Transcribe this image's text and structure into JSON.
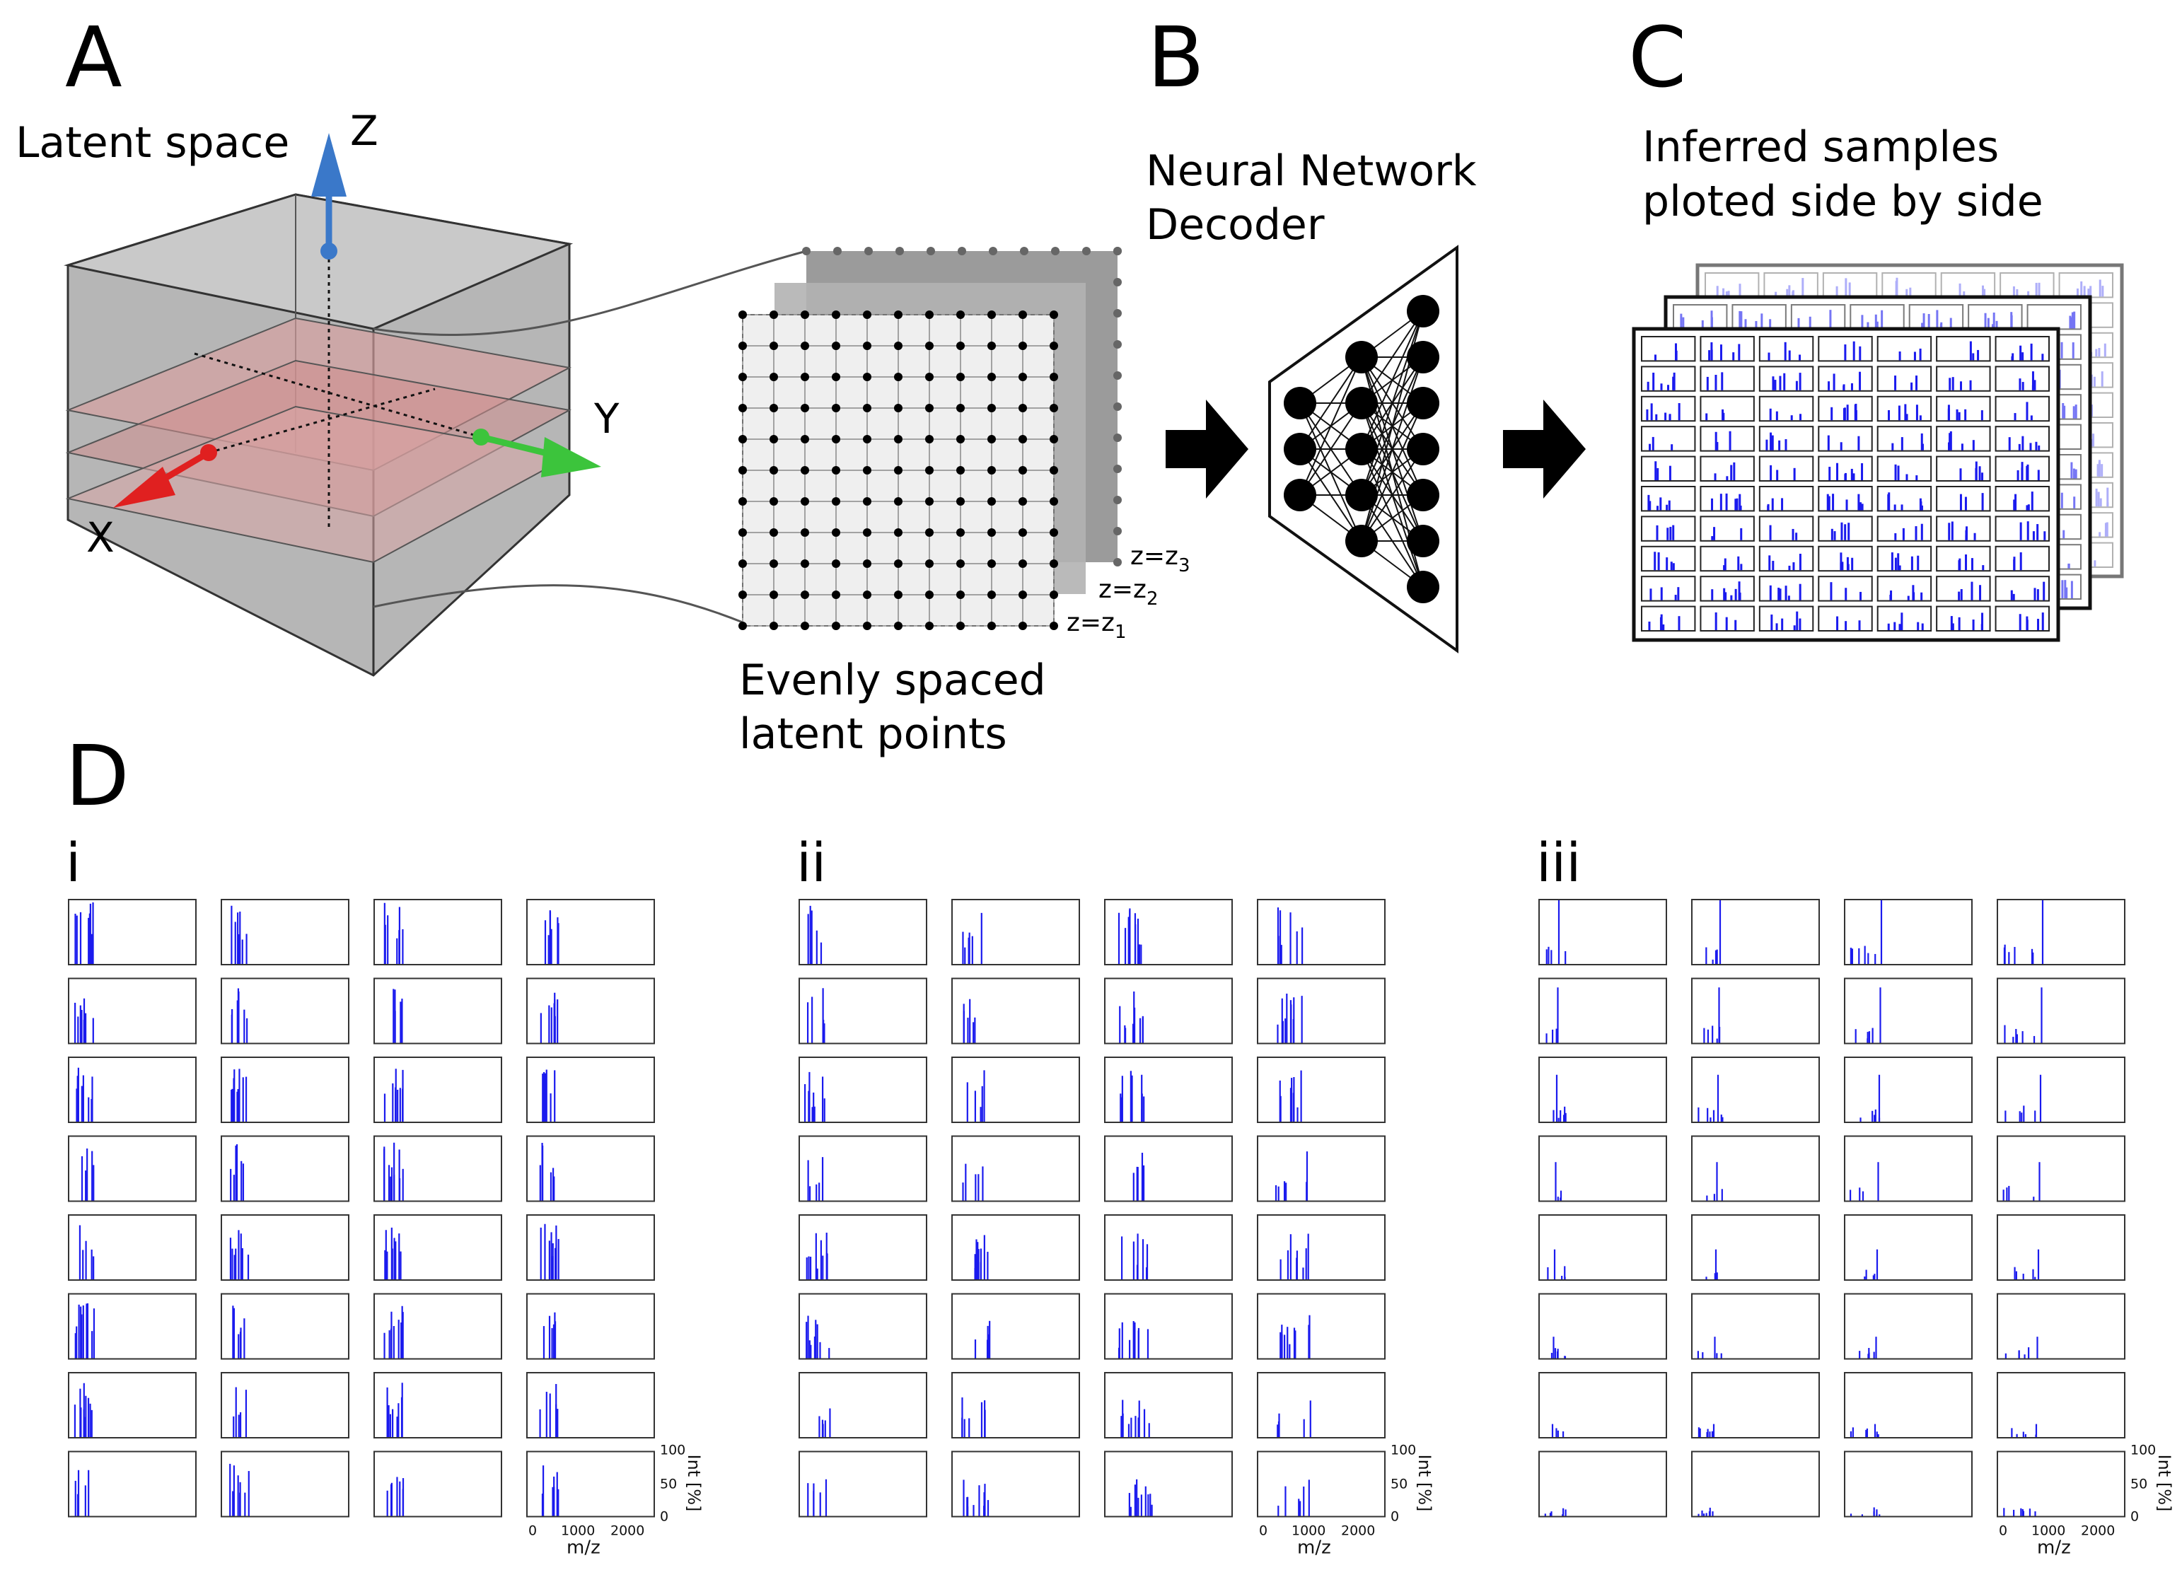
{
  "panels": {
    "A": {
      "letter": "A",
      "title": "Latent space",
      "axes": {
        "z": "Z",
        "y": "Y",
        "x": "X"
      },
      "caption_line1": "Evenly spaced",
      "caption_line2": "latent points",
      "z_levels": [
        {
          "base": "z=z",
          "sub": "3"
        },
        {
          "base": "z=z",
          "sub": "2"
        },
        {
          "base": "z=z",
          "sub": "1"
        }
      ],
      "colors": {
        "z_axis": "#3a78c9",
        "y_axis": "#3cc43c",
        "x_axis": "#e02020",
        "cube": "#a9a9a9",
        "planes": "#d49a9a"
      }
    },
    "B": {
      "letter": "B",
      "title_line1": "Neural Network",
      "title_line2": "Decoder",
      "layer_sizes": [
        3,
        5,
        7
      ]
    },
    "C": {
      "letter": "C",
      "title_line1": "Inferred samples",
      "title_line2": "ploted side by side",
      "grid_rows": 10,
      "grid_cols": 7
    },
    "D": {
      "letter": "D",
      "subpanels": [
        {
          "label": "i",
          "rows": 8,
          "cols": 4
        },
        {
          "label": "ii",
          "rows": 8,
          "cols": 4
        },
        {
          "label": "iii",
          "rows": 8,
          "cols": 4
        }
      ],
      "axis": {
        "ylabel": "Int [%]",
        "yticks": [
          "100",
          "50",
          "0"
        ],
        "xticks": [
          "0",
          "1000",
          "2000"
        ],
        "xlabel": "m/z"
      },
      "spectrum_color": "#1a1aee"
    }
  }
}
